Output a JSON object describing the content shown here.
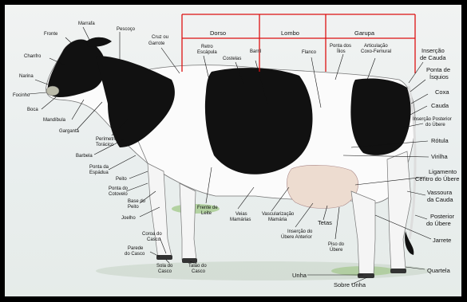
{
  "diagram": {
    "regions": {
      "dorso": "Dorso",
      "lombo": "Lombo",
      "garupa": "Garupa"
    },
    "labels": {
      "marrafa": "Marrafa",
      "pescoco": "Pescoço",
      "cruz_1": "Cruz ou",
      "cruz_2": "Garrote",
      "fronte": "Fronte",
      "chanfro": "Chanfro",
      "narina": "Narina",
      "focinho": "Focinho",
      "boca": "Boca",
      "mandibula": "Mandíbula",
      "garganta": "Garganta",
      "perimetro_1": "Perímetro",
      "perimetro_2": "Torácico",
      "barbela": "Barbela",
      "ponta_espadua_1": "Ponta da",
      "ponta_espadua_2": "Espádua",
      "peito": "Peito",
      "ponta_cotovelo_1": "Ponta do",
      "ponta_cotovelo_2": "Cotovelo",
      "base_peito_1": "Base do",
      "base_peito_2": "Peito",
      "joelho": "Joelho",
      "coroa_1": "Coroa do",
      "coroa_2": "Casco",
      "parede_1": "Parede",
      "parede_2": "do Casco",
      "sola_1": "Sola do",
      "sola_2": "Casco",
      "talao_1": "Talão do",
      "talao_2": "Casco",
      "retro_1": "Retro",
      "retro_2": "Escápula",
      "costelas": "Costelas",
      "barril": "Barril",
      "flanco": "Flanco",
      "ponta_ilios_1": "Ponta dos",
      "ponta_ilios_2": "Ílios",
      "articulacao_1": "Articulação",
      "articulacao_2": "Coxo-Femural",
      "insercao_cauda_1": "Inserção",
      "insercao_cauda_2": "de Cauda",
      "ponta_isquios_1": "Ponta de",
      "ponta_isquios_2": "Ísquios",
      "coxa": "Coxa",
      "cauda": "Cauda",
      "insercao_post_1": "Inserção Posterior",
      "insercao_post_2": "do Úbere",
      "rotula": "Rótula",
      "virilha": "Virilha",
      "ligamento_1": "Ligamento",
      "ligamento_2": "Centro do Úbere",
      "vassoura_1": "Vassoura",
      "vassoura_2": "da Cauda",
      "posterior_1": "Posterior",
      "posterior_2": "do Úbere",
      "jarrete": "Jarrete",
      "quartela": "Quartela",
      "frente_leite_1": "Frente de",
      "frente_leite_2": "Leite",
      "veias_1": "Veias",
      "veias_2": "Mamárias",
      "vascularizacao_1": "Vascularização",
      "vascularizacao_2": "Mamária",
      "insercao_ant_1": "Inserção do",
      "insercao_ant_2": "Úbere Anterior",
      "tetas": "Tetas",
      "piso_1": "Piso do",
      "piso_2": "Úbere",
      "unha": "Unha",
      "sobre_unha": "Sobre Unha"
    }
  }
}
